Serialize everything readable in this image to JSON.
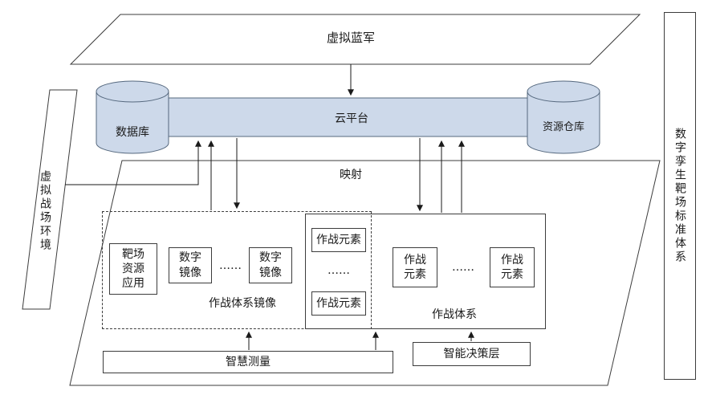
{
  "labels": {
    "virtual_blue_army": "虚拟蓝军",
    "cloud_platform": "云平台",
    "database": "数据库",
    "resource_warehouse": "资源仓库",
    "virtual_battlefield_env": "虚拟战场环境",
    "standard_system": "数字孪生靶场标准体系",
    "mapping": "映射",
    "range_resource_app": "靶场资源应用",
    "digital_mirror_1": "数字镜像",
    "mirror_ellipsis": "……",
    "digital_mirror_2": "数字镜像",
    "combat_mirror_label": "作战体系镜像",
    "combat_elem_stack_top": "作战元素",
    "stack_ellipsis": "……",
    "combat_elem_stack_bottom": "作战元素",
    "combat_elem_1": "作战元素",
    "combat_ellipsis": "……",
    "combat_elem_2": "作战元素",
    "combat_system_label": "作战体系",
    "smart_measurement": "智慧测量",
    "intelligent_decision": "智能决策层"
  },
  "colors": {
    "cloud_fill": "#cdd9ea",
    "cloud_stroke": "#55687e",
    "line": "#1a1a1a"
  }
}
